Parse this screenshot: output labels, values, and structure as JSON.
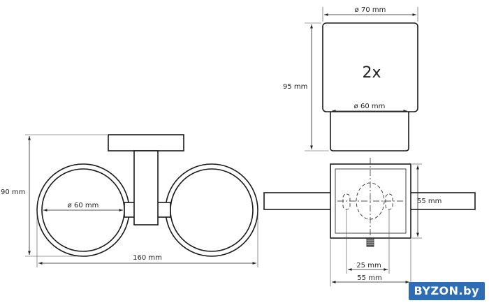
{
  "front_view": {
    "width_label": "160 mm",
    "height_label": "90 mm",
    "ring_diameter_label": "ø 60 mm"
  },
  "cup_view": {
    "top_diameter_label": "ø 70 mm",
    "height_label": "95 mm",
    "inner_diameter_label": "ø 60 mm",
    "quantity_label": "2x"
  },
  "mount_view": {
    "plate_height_label": "55 mm",
    "hole_spacing_label": "25 mm",
    "plate_width_label": "55 mm"
  },
  "watermark": {
    "text": "BYZON.by"
  }
}
